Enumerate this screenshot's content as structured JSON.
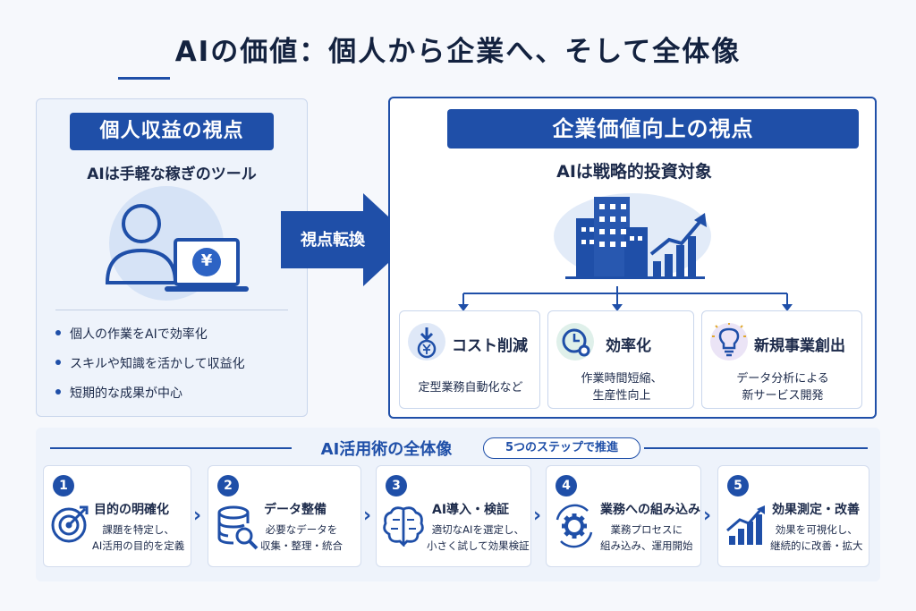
{
  "title": "AIの価値：個人から企業へ、そして全体像",
  "left": {
    "heading": "個人収益の視点",
    "subtitle": "AIは手軽な稼ぎのツール",
    "currency": "¥",
    "bullets": [
      "個人の作業をAIで効率化",
      "スキルや知識を活かして収益化",
      "短期的な成果が中心"
    ]
  },
  "shift_label": "視点転換",
  "right": {
    "heading": "企業価値向上の視点",
    "subtitle": "AIは戦略的投資対象",
    "cards": [
      {
        "title": "コスト削減",
        "desc": [
          "定型業務自動化など"
        ],
        "icon": "yen-down-icon"
      },
      {
        "title": "効率化",
        "desc": [
          "作業時間短縮、",
          "生産性向上"
        ],
        "icon": "clock-gear-icon"
      },
      {
        "title": "新規事業創出",
        "desc": [
          "データ分析による",
          "新サービス開発"
        ],
        "icon": "lightbulb-icon"
      }
    ]
  },
  "steps_section": {
    "title": "AI活用術の全体像",
    "badge": "5つのステップで推進",
    "steps": [
      {
        "num": "1",
        "title": "目的の明確化",
        "desc": [
          "課題を特定し、",
          "AI活用の目的を定義"
        ],
        "icon": "target-icon"
      },
      {
        "num": "2",
        "title": "データ整備",
        "desc": [
          "必要なデータを",
          "収集・整理・統合"
        ],
        "icon": "database-search-icon"
      },
      {
        "num": "3",
        "title": "AI導入・検証",
        "desc": [
          "適切なAIを選定し、",
          "小さく試して効果検証"
        ],
        "icon": "brain-icon"
      },
      {
        "num": "4",
        "title": "業務への組み込み",
        "desc": [
          "業務プロセスに",
          "組み込み、運用開始"
        ],
        "icon": "gear-cycle-icon"
      },
      {
        "num": "5",
        "title": "効果測定・改善",
        "desc": [
          "効果を可視化し、",
          "継続的に改善・拡大"
        ],
        "icon": "growth-chart-icon"
      }
    ]
  },
  "colors": {
    "primary": "#1f4fa8",
    "panel": "#eef3fb",
    "text": "#1c2a4a"
  }
}
